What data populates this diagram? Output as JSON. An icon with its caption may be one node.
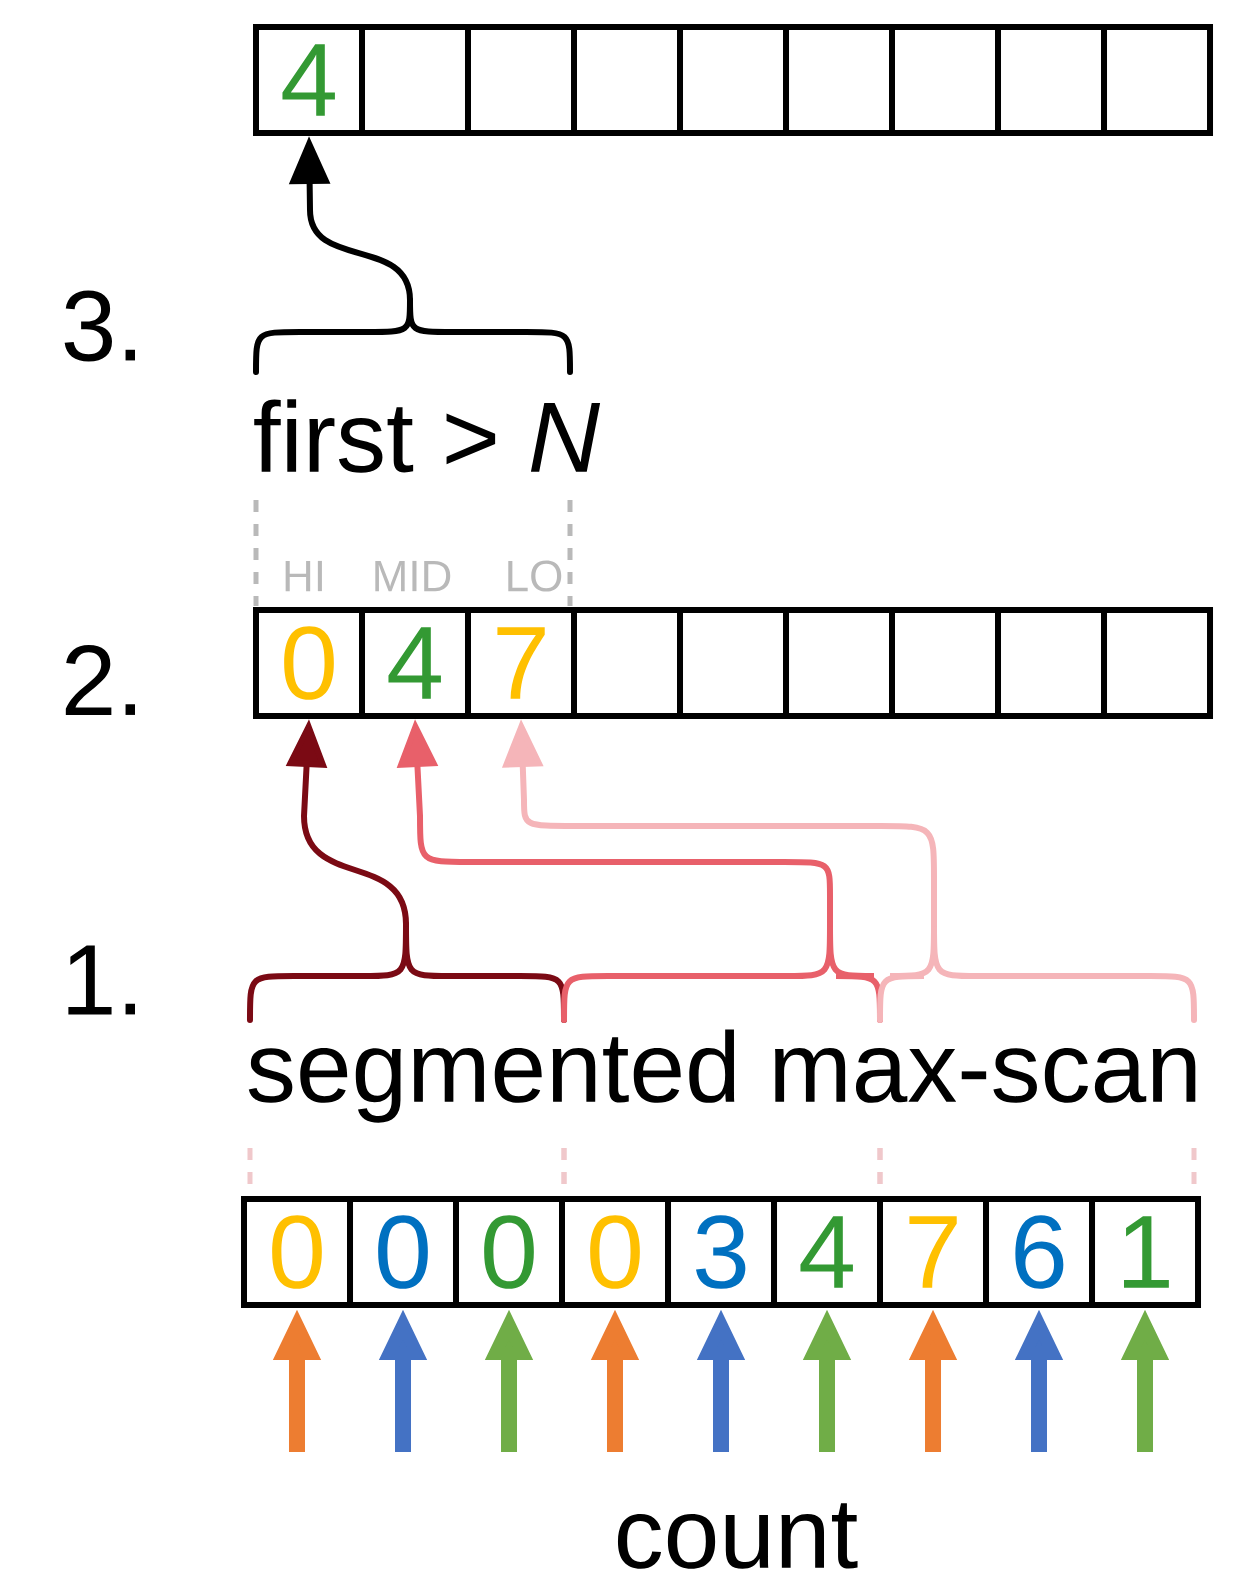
{
  "diagram": {
    "nodes": [
      {
        "text": [
          "4"
        ]
      },
      {
        "text": [],
        "shape": "box"
      },
      {
        "text": [],
        "shape": "box"
      },
      {
        "text": [],
        "shape": "box"
      },
      {
        "text": [],
        "shape": "box"
      },
      {
        "text": [],
        "shape": "box"
      },
      {
        "text": [],
        "shape": "box"
      },
      {
        "text": [],
        "shape": "box"
      },
      {
        "text": [],
        "shape": "box"
      },
      {
        "text": [],
        "shape": "brace"
      },
      {
        "text": [
          "0"
        ]
      },
      {
        "text": [
          "4"
        ]
      },
      {
        "text": [
          "7"
        ]
      },
      {
        "text": [],
        "shape": "box"
      },
      {
        "text": [],
        "shape": "box"
      },
      {
        "text": [],
        "shape": "box"
      },
      {
        "text": [],
        "shape": "box"
      },
      {
        "text": [],
        "shape": "box"
      },
      {
        "text": [],
        "shape": "box"
      },
      {
        "text": [],
        "shape": "brace"
      },
      {
        "text": [],
        "shape": "brace"
      },
      {
        "text": [],
        "shape": "brace"
      },
      {
        "text": [
          "0"
        ]
      },
      {
        "text": [
          "0"
        ]
      },
      {
        "text": [
          "0"
        ]
      },
      {
        "text": [
          "0"
        ]
      },
      {
        "text": [
          "3"
        ]
      },
      {
        "text": [
          "4"
        ]
      },
      {
        "text": [
          "7"
        ]
      },
      {
        "text": [
          "6"
        ]
      },
      {
        "text": [
          "1"
        ]
      }
    ],
    "edges": [
      {
        "from": null,
        "to": 22,
        "arrow": "to",
        "color": "#ed7d31"
      },
      {
        "from": null,
        "to": 23,
        "arrow": "to",
        "color": "#4472c4"
      },
      {
        "from": null,
        "to": 24,
        "arrow": "to",
        "color": "#70ad47"
      },
      {
        "from": null,
        "to": 25,
        "arrow": "to",
        "color": "#ed7d31"
      },
      {
        "from": null,
        "to": 26,
        "arrow": "to",
        "color": "#4472c4"
      },
      {
        "from": null,
        "to": 27,
        "arrow": "to",
        "color": "#70ad47"
      },
      {
        "from": null,
        "to": 28,
        "arrow": "to",
        "color": "#ed7d31"
      },
      {
        "from": null,
        "to": 29,
        "arrow": "to",
        "color": "#4472c4"
      },
      {
        "from": null,
        "to": 30,
        "arrow": "to",
        "color": "#70ad47"
      },
      {
        "from": 19,
        "to": 10,
        "arrow": "to",
        "color": "#7b0a14"
      },
      {
        "from": 20,
        "to": 11,
        "arrow": "to",
        "color": "#e8606a"
      },
      {
        "from": 21,
        "to": 12,
        "arrow": "to",
        "color": "#f5b5b9"
      },
      {
        "from": 9,
        "to": 0,
        "arrow": "to",
        "color": "#000000"
      }
    ],
    "labels": [
      "3.",
      "first > *N*",
      "HI",
      "MID",
      "LO",
      "2.",
      "1.",
      "segmented max-scan",
      "count"
    ]
  }
}
